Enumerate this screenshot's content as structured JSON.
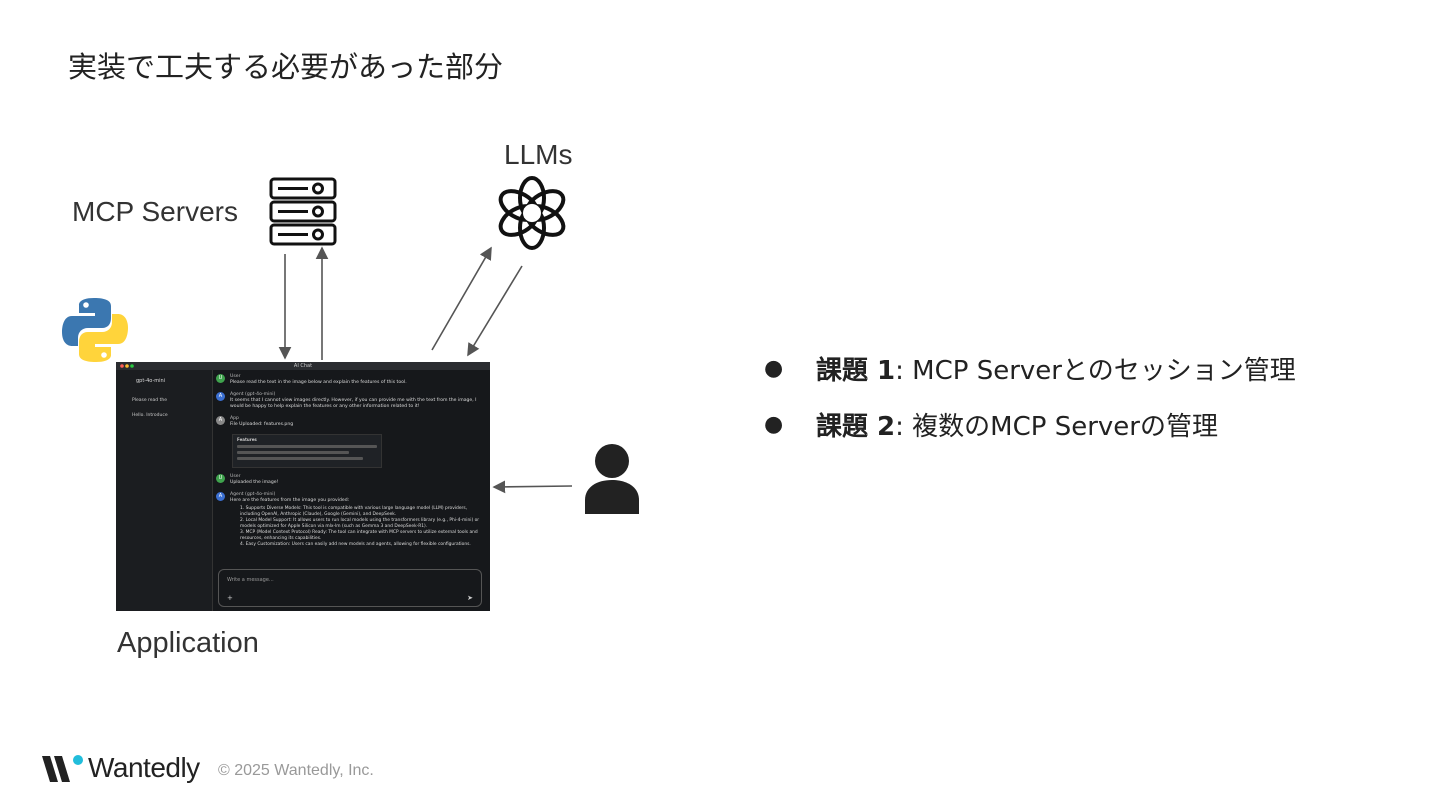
{
  "slide": {
    "title": "実装で工夫する必要があった部分",
    "labels": {
      "mcp_servers": "MCP Servers",
      "llms": "LLMs",
      "application": "Application"
    },
    "bullets": [
      {
        "bold": "課題 1",
        "text": ": MCP Serverとのセッション管理"
      },
      {
        "bold": "課題 2",
        "text": ": 複数のMCP Serverの管理"
      }
    ]
  },
  "screenshot": {
    "window_title": "AI Chat",
    "model": "gpt-4o-mini",
    "sidebar_items": [
      "Please read the",
      "Hello. Introduce"
    ],
    "messages": [
      {
        "role": "User",
        "avatar": "U",
        "text": "Please read the text in the image below and explain the features of this tool."
      },
      {
        "role": "Agent (gpt-4o-mini)",
        "avatar": "A",
        "text": "It seems that I cannot view images directly. However, if you can provide me with the text from the image, I would be happy to help explain the features or any other information related to it!"
      },
      {
        "role": "App",
        "avatar": "A",
        "text": "File Uploaded: features.png"
      },
      {
        "role": "User",
        "avatar": "U",
        "text": "Uploaded the image!"
      },
      {
        "role": "Agent (gpt-4o-mini)",
        "avatar": "A",
        "text": "Here are the features from the image you provided:"
      }
    ],
    "features_heading": "Features",
    "list": [
      "1. Supports Diverse Models: This tool is compatible with various large language model (LLM) providers, including OpenAI, Anthropic (Claude), Google (Gemini), and DeepSeek.",
      "2. Local Model Support: It allows users to run local models using the transformers library (e.g., Phi-4-mini) or models optimized for Apple Silicon via mlx-lm (such as Gemma 3 and DeepSeek-R1).",
      "3. MCP (Model Context Protocol) Ready: The tool can integrate with MCP servers to utilize external tools and resources, enhancing its capabilities.",
      "4. Easy Customization: Users can easily add new models and agents, allowing for flexible configurations."
    ],
    "input_placeholder": "Write a message..."
  },
  "footer": {
    "brand": "Wantedly",
    "copyright": "© 2025 Wantedly, Inc."
  },
  "colors": {
    "brand_accent": "#21bddb",
    "arrow": "#555555",
    "python_blue": "#3b77b0",
    "python_yellow": "#ffd43b"
  }
}
